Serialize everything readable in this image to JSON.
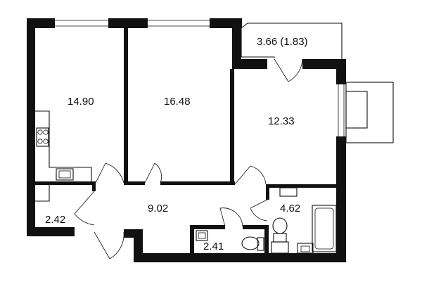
{
  "rooms": [
    {
      "id": "room-1",
      "area": "14.90"
    },
    {
      "id": "room-2",
      "area": "16.48"
    },
    {
      "id": "balcony",
      "area": "3.66 (1.83)"
    },
    {
      "id": "room-3",
      "area": "12.33"
    },
    {
      "id": "storage",
      "area": "2.42"
    },
    {
      "id": "hallway",
      "area": "9.02"
    },
    {
      "id": "bathroom",
      "area": "4.62"
    },
    {
      "id": "toilet",
      "area": "2.41"
    }
  ],
  "colors": {
    "wall": "#111111",
    "background": "#ffffff"
  }
}
